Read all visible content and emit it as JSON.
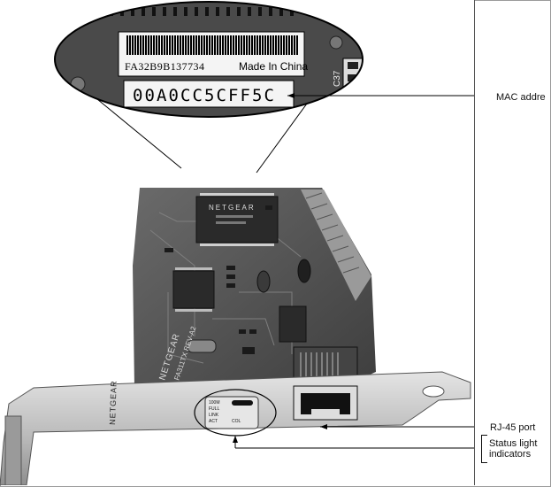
{
  "zoom_inset": {
    "serial": "FA32B9B137734",
    "origin": "Made In China",
    "mac_value": "00A0CC5CFF5C",
    "component_label": "C37"
  },
  "board": {
    "brand_chip": "NETGEAR",
    "brand_bracket": "NETGEAR",
    "brand_side": "NETGEAR",
    "model": "FA311TX REV-A2",
    "led_labels": [
      "100M",
      "FULL",
      "LINK",
      "ACT",
      "COL"
    ]
  },
  "callouts": {
    "mac": "MAC addre",
    "rj45": "RJ-45 port",
    "status": "Status light indicators"
  },
  "colors": {
    "board": "#5a5a5a",
    "bracket": "#c8c8c8",
    "chip": "#2a2a2a"
  }
}
